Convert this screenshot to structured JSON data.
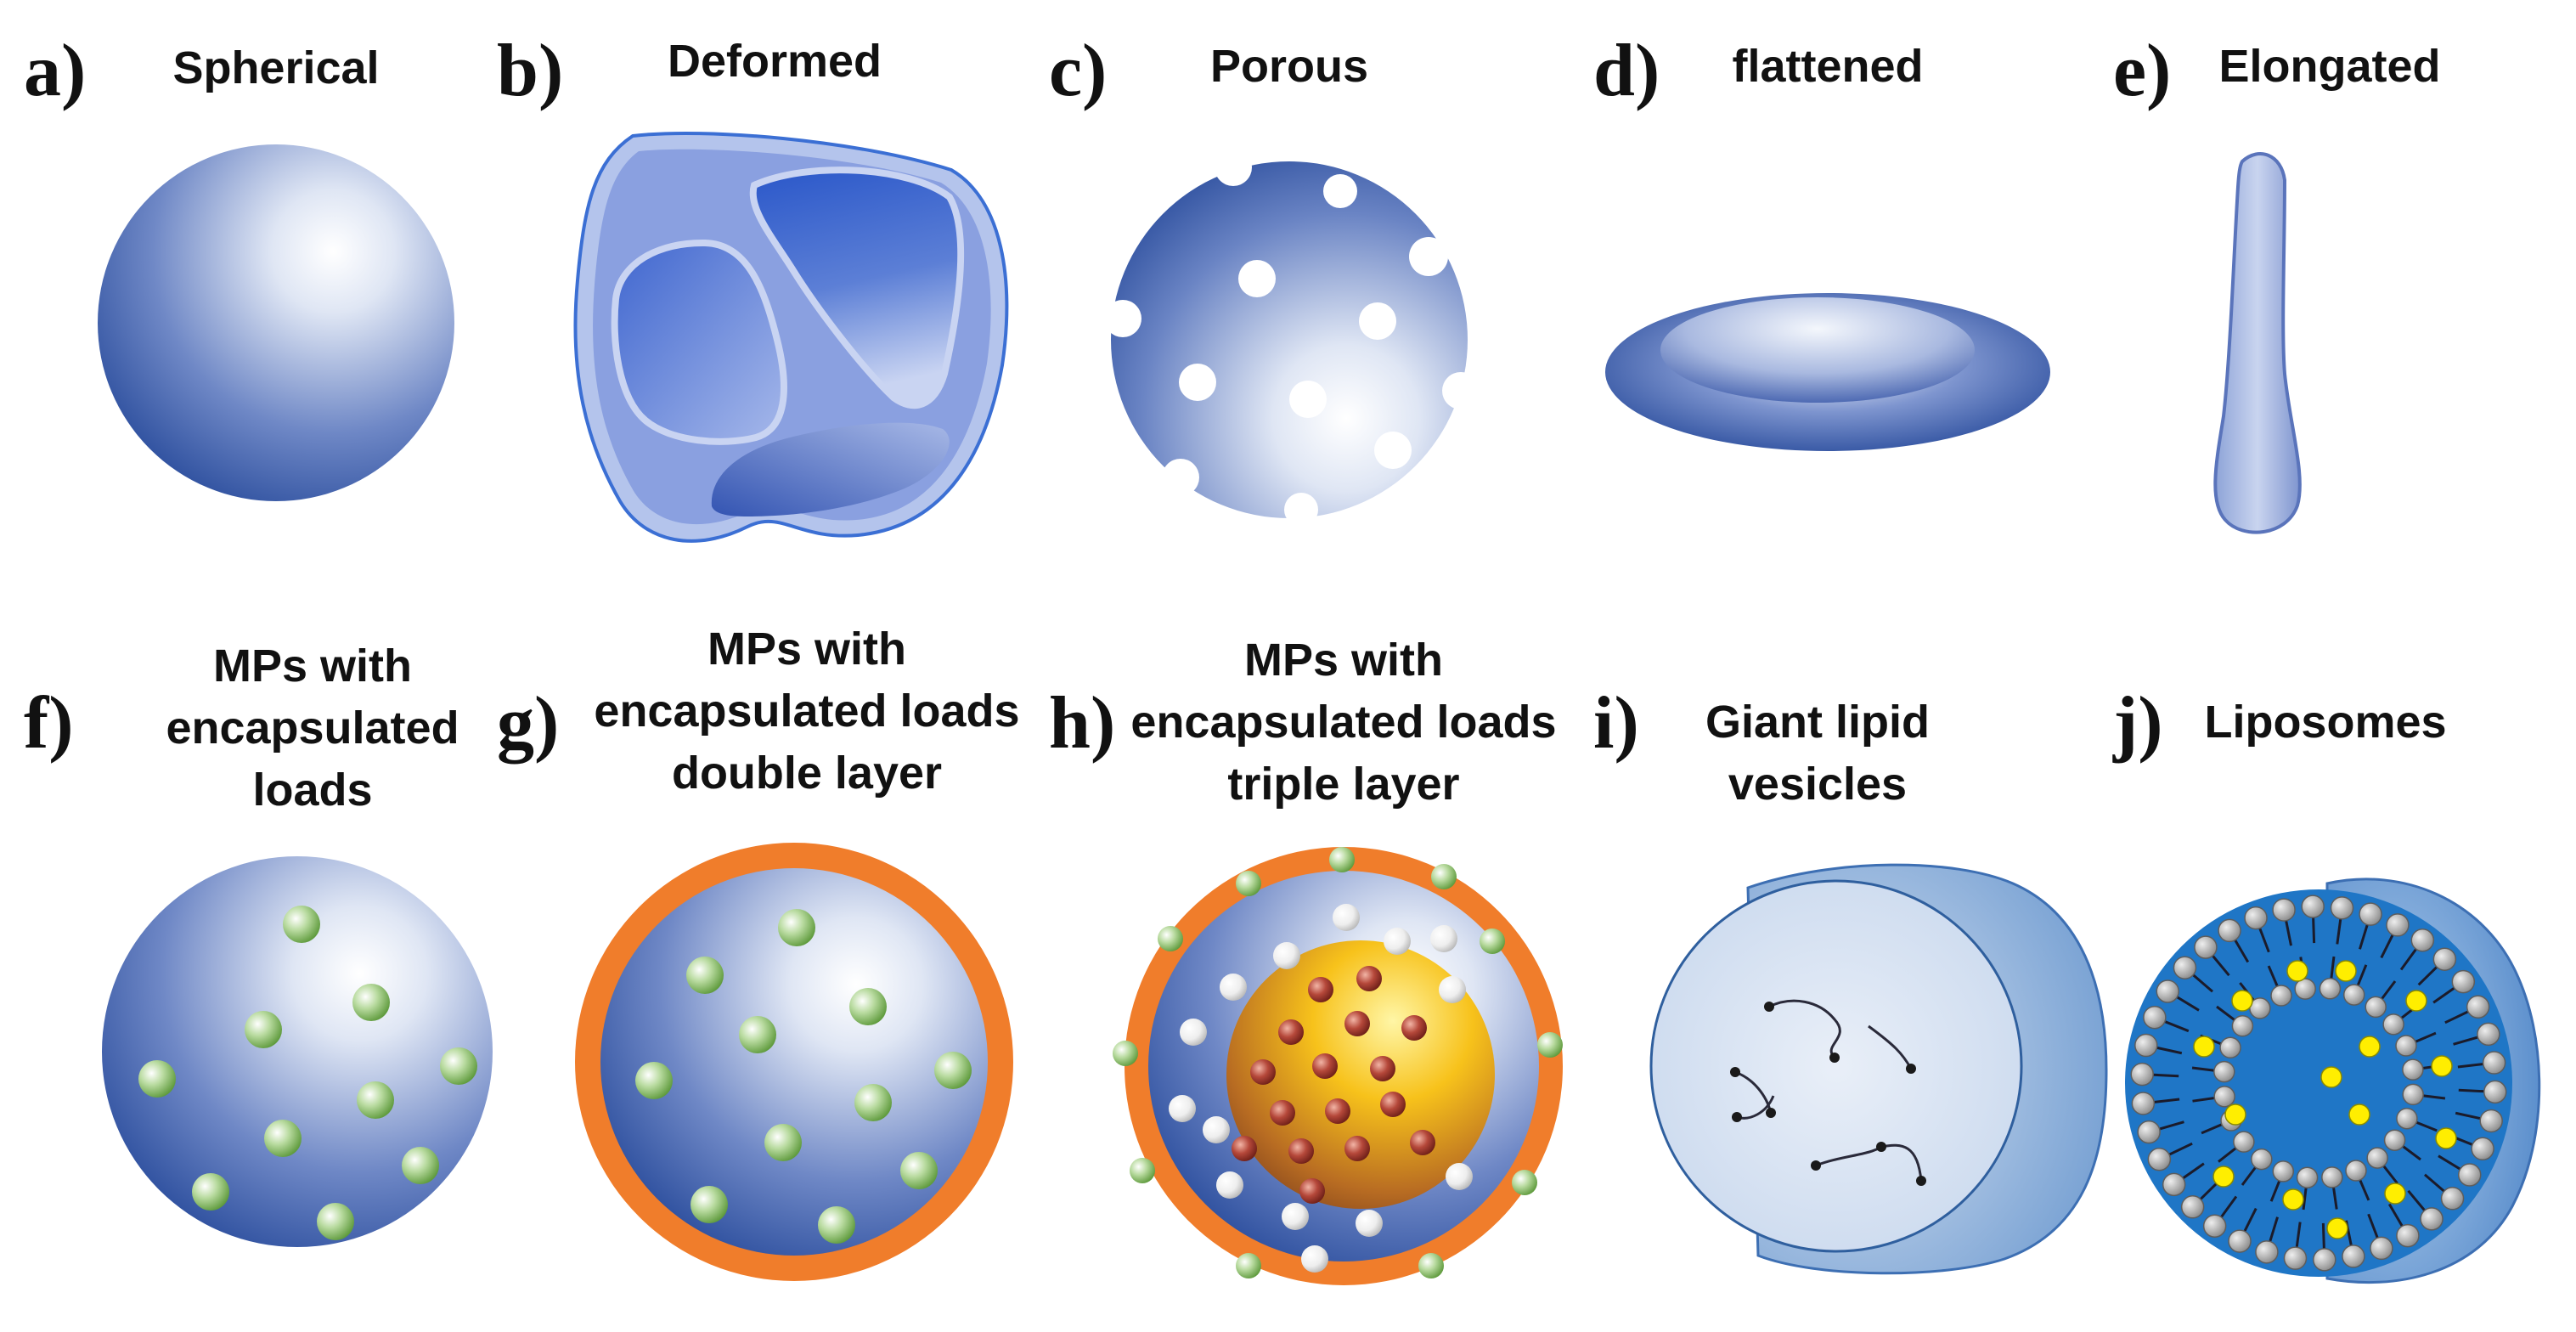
{
  "panels": [
    {
      "letter": "a)",
      "title": [
        "Spherical"
      ]
    },
    {
      "letter": "b)",
      "title": [
        "Deformed"
      ]
    },
    {
      "letter": "c)",
      "title": [
        "Porous"
      ]
    },
    {
      "letter": "d)",
      "title": [
        "flattened"
      ]
    },
    {
      "letter": "e)",
      "title": [
        "Elongated"
      ]
    },
    {
      "letter": "f)",
      "title": [
        "MPs with",
        "encapsulated",
        "loads"
      ]
    },
    {
      "letter": "g)",
      "title": [
        "MPs with",
        "encapsulated loads",
        "double layer"
      ]
    },
    {
      "letter": "h)",
      "title": [
        "MPs with",
        "encapsulated loads",
        "triple layer"
      ]
    },
    {
      "letter": "i)",
      "title": [
        "Giant lipid",
        "vesicles"
      ]
    },
    {
      "letter": "j)",
      "title": [
        "Liposomes"
      ]
    }
  ],
  "colors": {
    "particle_dark": "#2d4f9e",
    "particle_light": "#ffffff",
    "shell_orange": "#f07d2b",
    "load_green": "#8fc46a",
    "core_yellow": "#f7c21b",
    "core_beads": "#b5483a",
    "lipid_head": "#b3b3b3",
    "liposome_load": "#ffee00"
  }
}
